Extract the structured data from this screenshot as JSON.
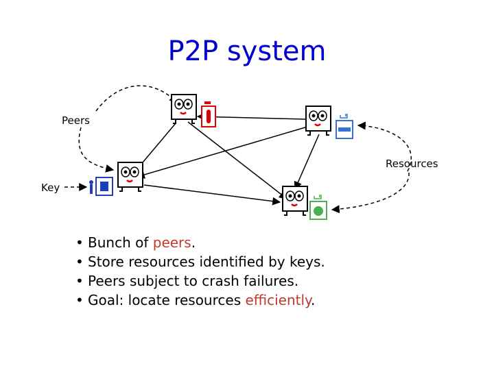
{
  "slide": {
    "title": "P2P system"
  },
  "labels": {
    "peers": "Peers",
    "resources": "Resources",
    "key": "Key"
  },
  "bullets": [
    {
      "before": "Bunch of ",
      "highlight": "peers",
      "after": "."
    },
    {
      "before": "Store resources identified by keys.",
      "highlight": "",
      "after": ""
    },
    {
      "before": "Peers subject to crash failures.",
      "highlight": "",
      "after": ""
    },
    {
      "before": "Goal: locate resources ",
      "highlight": "efficiently",
      "after": "."
    }
  ],
  "colors": {
    "title": "#0000cc",
    "highlight": "#c0392b",
    "resource_red": "#e00000",
    "resource_blue": "#3b6fd8",
    "resource_green": "#4caf50",
    "key_blue": "#1a3fc0"
  }
}
